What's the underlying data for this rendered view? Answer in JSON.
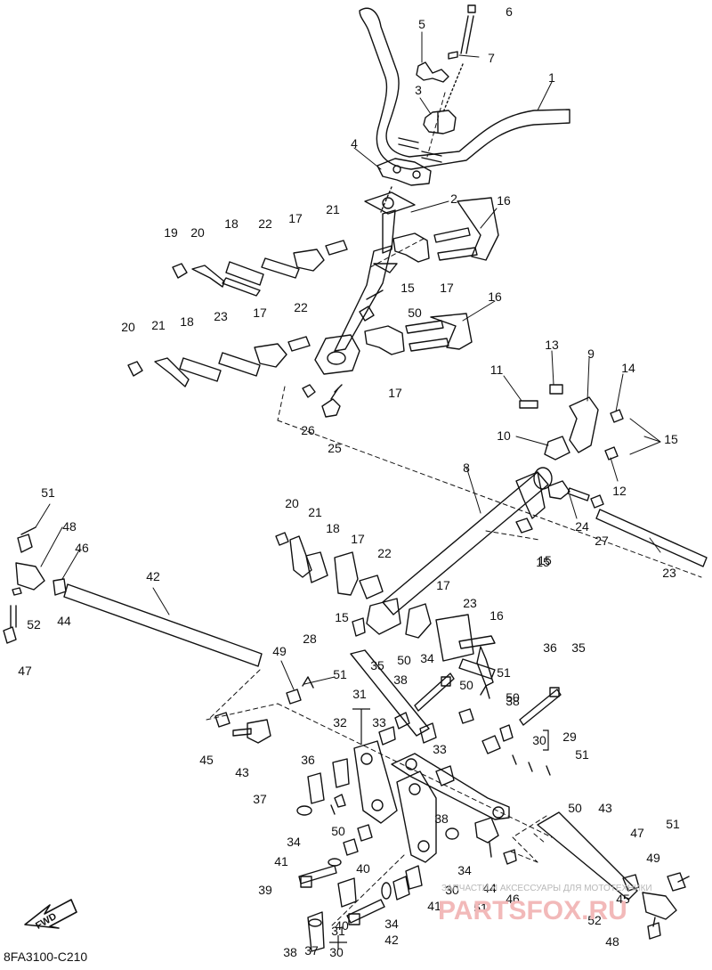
{
  "diagram": {
    "code": "8FA3100-C210",
    "direction_arrow": "FWD",
    "watermark": {
      "tagline": "ЗАПЧАСТИ И АКСЕССУАРЫ ДЛЯ МОТОТЕХНИКИ",
      "logo": "PARTSFOX.RU"
    },
    "callouts": [
      "1",
      "2",
      "3",
      "4",
      "5",
      "6",
      "7",
      "8",
      "9",
      "10",
      "11",
      "12",
      "13",
      "14",
      "15",
      "15",
      "15",
      "15",
      "15",
      "16",
      "16",
      "16",
      "17",
      "17",
      "17",
      "17",
      "17",
      "17",
      "18",
      "18",
      "18",
      "19",
      "20",
      "20",
      "20",
      "21",
      "21",
      "21",
      "22",
      "22",
      "22",
      "23",
      "23",
      "23",
      "24",
      "25",
      "26",
      "27",
      "28",
      "29",
      "30",
      "30",
      "30",
      "31",
      "31",
      "32",
      "33",
      "33",
      "34",
      "34",
      "34",
      "34",
      "35",
      "35",
      "36",
      "36",
      "37",
      "37",
      "38",
      "38",
      "38",
      "38",
      "39",
      "40",
      "40",
      "41",
      "41",
      "42",
      "42",
      "43",
      "43",
      "44",
      "44",
      "45",
      "45",
      "46",
      "46",
      "47",
      "47",
      "48",
      "48",
      "49",
      "49",
      "50",
      "50",
      "50",
      "50",
      "50",
      "50",
      "51",
      "51",
      "51",
      "51",
      "51",
      "51",
      "52",
      "52"
    ]
  }
}
